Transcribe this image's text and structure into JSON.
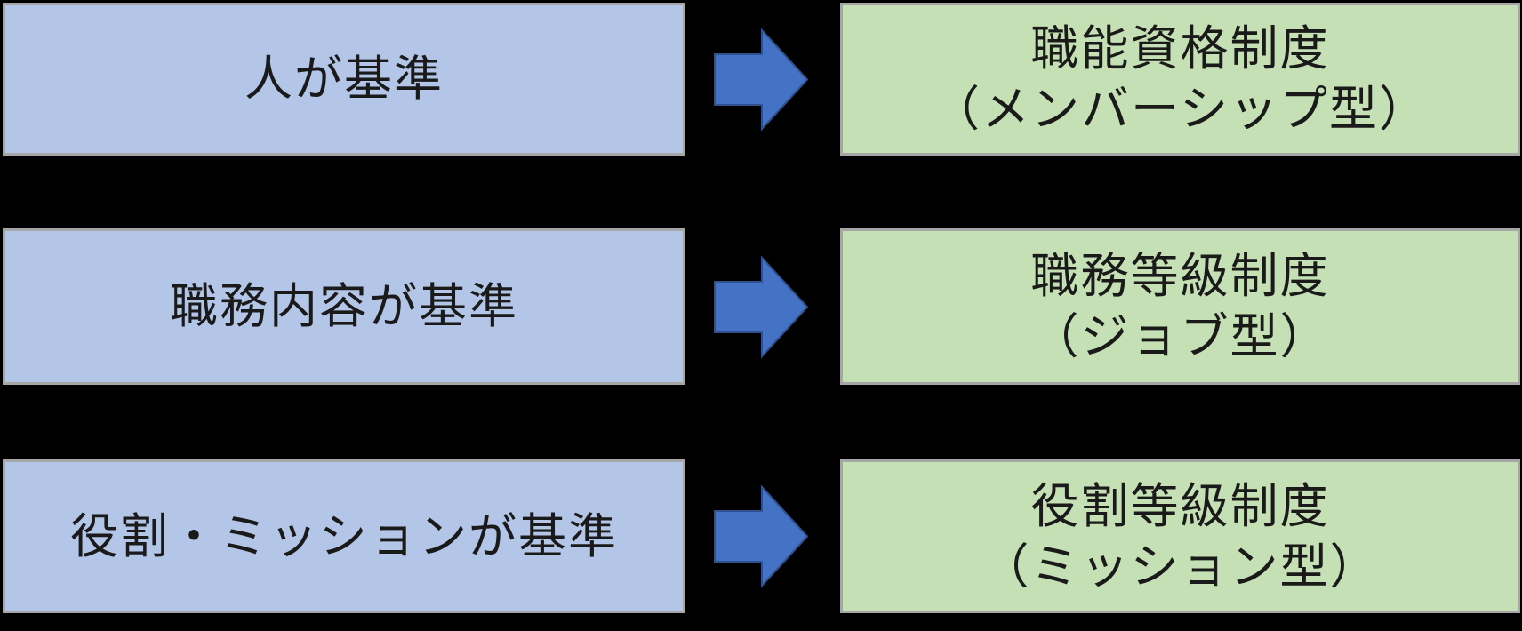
{
  "diagram": {
    "title": "grading-systems-mapping",
    "background": "#000000",
    "colors": {
      "left_box_fill": "#B4C6E7",
      "right_box_fill": "#C5E0B4",
      "box_border": "#A6A6A6",
      "arrow_fill": "#4472C4",
      "arrow_border": "#2F528F",
      "text": "#1A1A1A"
    },
    "rows": [
      {
        "left_label": "人が基準",
        "right_line1": "職能資格制度",
        "right_line2": "（メンバーシップ型）"
      },
      {
        "left_label": "職務内容が基準",
        "right_line1": "職務等級制度",
        "right_line2": "（ジョブ型）"
      },
      {
        "left_label": "役割・ミッションが基準",
        "right_line1": "役割等級制度",
        "right_line2": "（ミッション型）"
      }
    ]
  }
}
